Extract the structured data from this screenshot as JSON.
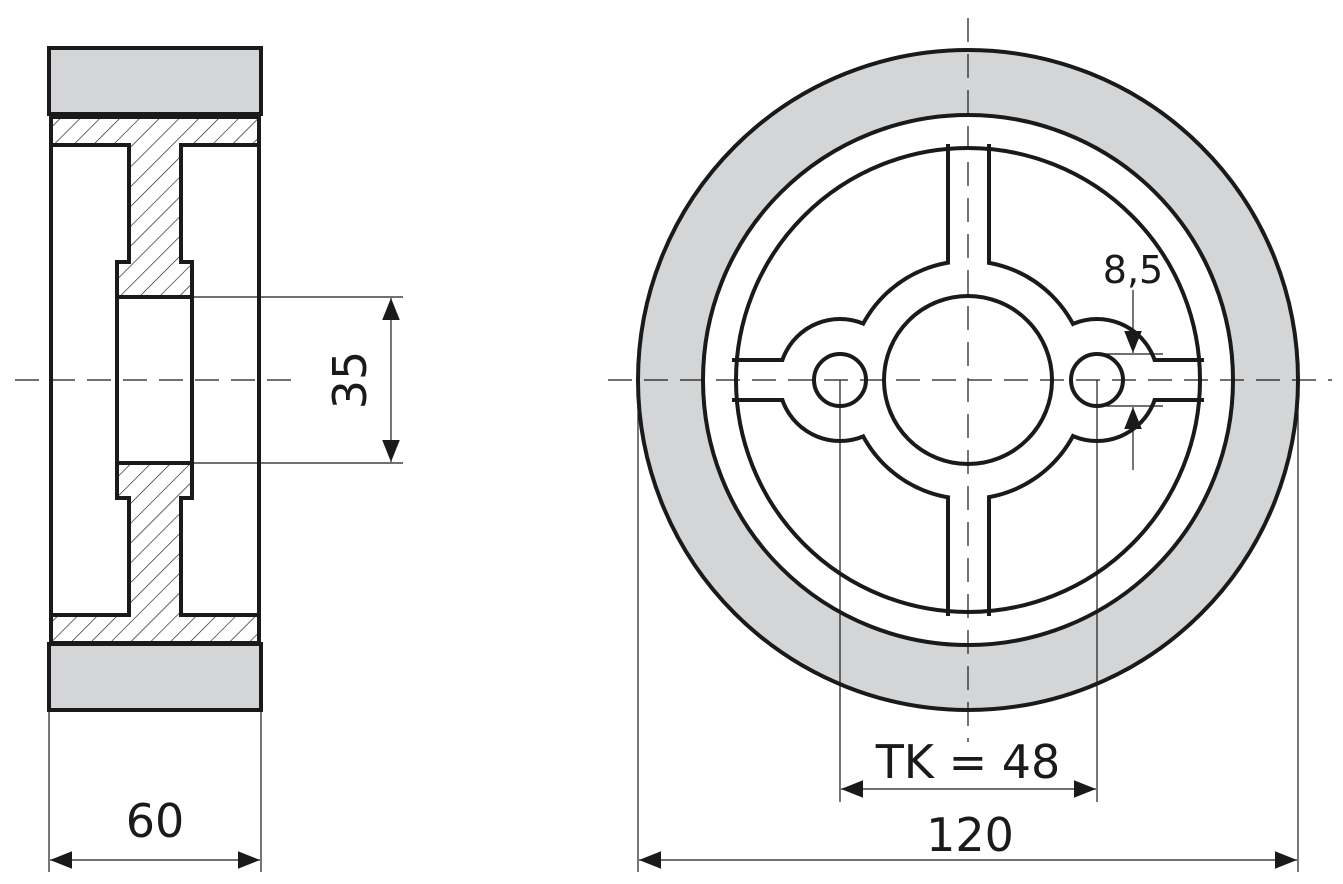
{
  "drawing": {
    "dimensions": {
      "width_label": "60",
      "bore_label": "35",
      "diameter_label": "120",
      "bolt_circle_label": "TK = 48",
      "hole_label": "8,5"
    },
    "colors": {
      "tire": "#d4d5d7",
      "line": "#1a1a1a",
      "background": "#ffffff"
    }
  }
}
